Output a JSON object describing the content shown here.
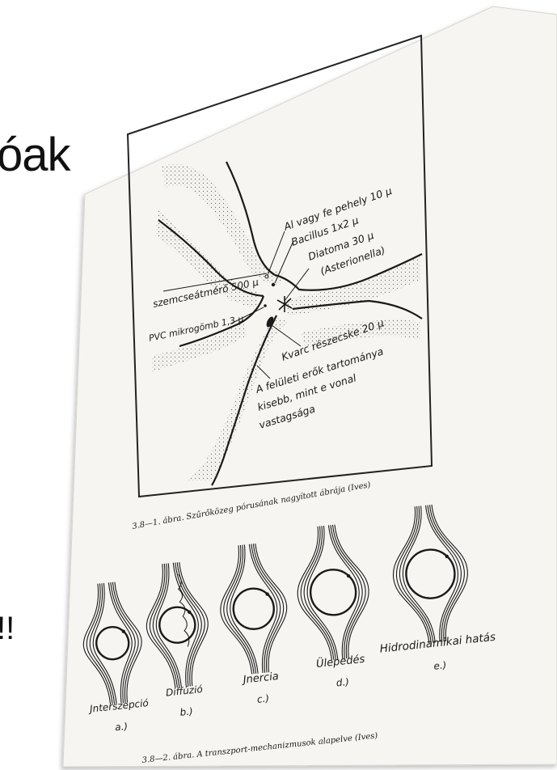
{
  "background": {
    "title_fragment": "óak",
    "exclaim_fragment": "!!"
  },
  "figure1": {
    "caption": "3.8—1. ábra. Szűrőközeg pórusának nagyított ábrája (Ives)",
    "labels": {
      "al_fe": "Al vagy fe pehely 10 μ",
      "bacillus": "Bacillus 1x2 μ",
      "diatoma": "Diatoma 30 μ",
      "asterionella": "(Asterionella)",
      "szemcse": "szemcseátmérő 500 μ",
      "pvc": "PVC mikrogömb 1,3 μ",
      "kvarc": "Kvarc részecske 20 μ",
      "felulet_1": "A felületi erők tartománya",
      "felulet_2": "kisebb, mint e vonal",
      "felulet_3": "vastagsága"
    }
  },
  "figure2": {
    "caption": "3.8—2. ábra. A transzport-mechanizmusok alapelve (Ives)",
    "mechanisms": [
      {
        "name": "Jnterszepció",
        "letter": "a.)"
      },
      {
        "name": "Diffúzió",
        "letter": "b.)"
      },
      {
        "name": "Jnercia",
        "letter": "c.)"
      },
      {
        "name": "Ülepedés",
        "letter": "d.)"
      },
      {
        "name": "Hidrodinamikai hatás",
        "letter": "e.)"
      }
    ]
  },
  "colors": {
    "paper": "#f6f5f1",
    "ink": "#1a1a1a",
    "background": "#ffffff"
  }
}
